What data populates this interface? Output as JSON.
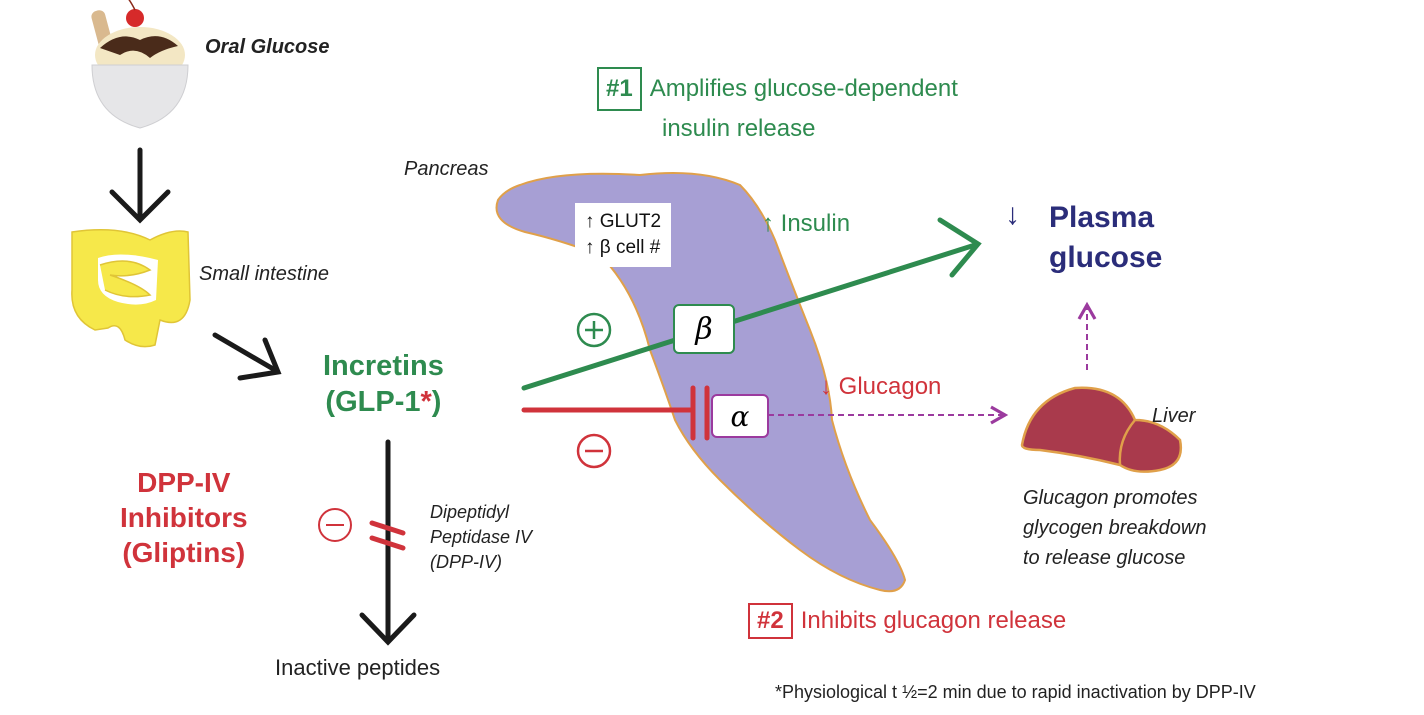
{
  "diagram": {
    "title_hidden": "Incretin (GLP-1) mechanism and DPP-IV inhibitors",
    "nodes": {
      "oral_glucose": "Oral Glucose",
      "small_intestine": "Small intestine",
      "pancreas": "Pancreas",
      "incretins_line1": "Incretins",
      "incretins_line2": "(GLP-1",
      "incretins_asterisk": "*",
      "incretins_close": ")",
      "dpp_inhibitors_line1": "DPP-IV",
      "dpp_inhibitors_line2": "Inhibitors",
      "dpp_inhibitors_line3": "(Gliptins)",
      "dpp_enzyme_line1": "Dipeptidyl",
      "dpp_enzyme_line2": "Peptidase IV",
      "dpp_enzyme_line3": "(DPP-IV)",
      "inactive_peptides": "Inactive peptides",
      "beta_cell": "β",
      "alpha_cell": "α",
      "glut2": "↑ GLUT2",
      "beta_cell_count": "↑ β cell #",
      "insulin": "↑ Insulin",
      "glucagon": "↓ Glucagon",
      "plasma_arrow": "↓",
      "plasma_line1": "Plasma",
      "plasma_line2": "glucose",
      "liver": "Liver",
      "liver_note_line1": "Glucagon promotes",
      "liver_note_line2": "glycogen breakdown",
      "liver_note_line3": "to release glucose"
    },
    "effects": {
      "effect1_number": "#1",
      "effect1_line1": "Amplifies glucose-dependent",
      "effect1_line2": "insulin release",
      "effect2_number": "#2",
      "effect2_text": "Inhibits glucagon release"
    },
    "signs": {
      "plus": "+",
      "minus": "−"
    },
    "footnote": "*Physiological t ½=2 min due to rapid inactivation by DPP-IV",
    "colors": {
      "green": "#2e8b4f",
      "red": "#d0333b",
      "navy": "#2b2d7a",
      "purple_dashed": "#9b3a9e",
      "pancreas_fill": "#a79fd4",
      "pancreas_outline": "#e0a04a",
      "liver_fill": "#a93a4c",
      "intestine_fill": "#f6e84a"
    }
  }
}
